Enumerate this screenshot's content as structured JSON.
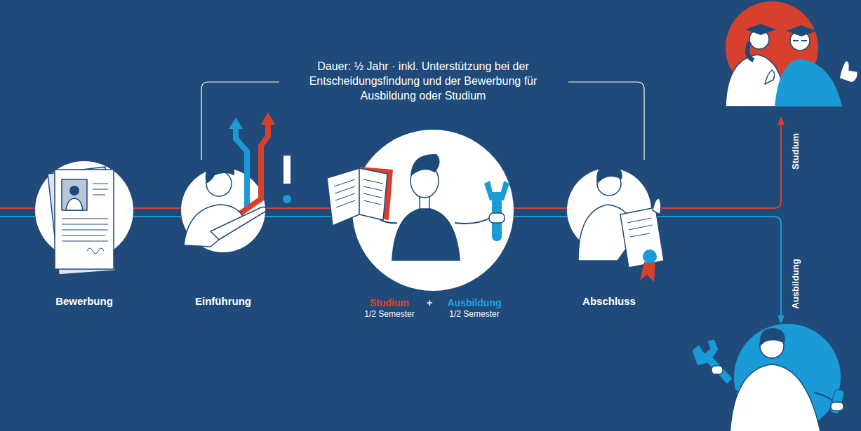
{
  "diagram": {
    "nodes": [
      {
        "text": [
          "Bewerbung"
        ]
      },
      {
        "text": [
          "Einführung"
        ]
      },
      {
        "text": [
          "Studium",
          "1/2 Semester",
          "Ausbildung",
          "1/2 Semester"
        ]
      },
      {
        "text": [
          "Abschluss"
        ]
      }
    ],
    "edges": [
      {
        "from": 0,
        "to": 1,
        "arrow": "none"
      },
      {
        "from": 1,
        "to": 2,
        "arrow": "none"
      },
      {
        "from": 2,
        "to": 3,
        "arrow": "none"
      }
    ],
    "labels": [
      "Dauer: ½ Jahr · inkl. Unterstützung bei der Entscheidungsfindung und der Bewerbung für Ausbildung oder Studium",
      "+",
      "Studium",
      "Ausbildung"
    ]
  }
}
